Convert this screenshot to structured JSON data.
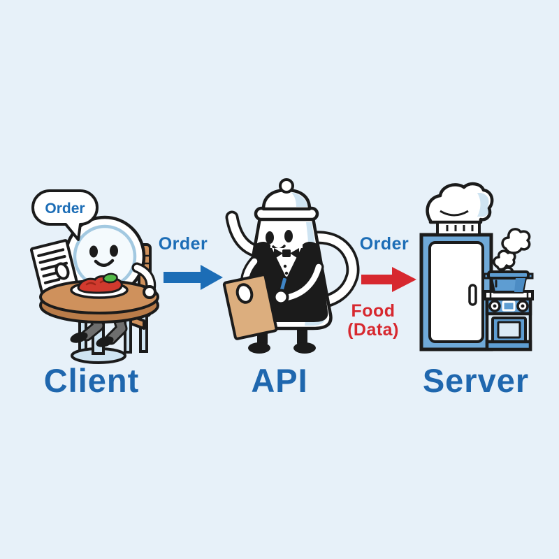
{
  "scene": {
    "description": "Client API Server restaurant analogy illustration"
  },
  "client": {
    "label": "Client",
    "speech_bubble": "Order"
  },
  "api": {
    "label": "API"
  },
  "server": {
    "label": "Server"
  },
  "flow": {
    "request_client_to_api": "Order",
    "request_api_to_server": "Order",
    "response_line1": "Food",
    "response_line2": "(Data)"
  },
  "colors": {
    "background": "#e7f1f9",
    "ink": "#1b1b1b",
    "primary_blue": "#1c6db6",
    "label_blue": "#1f67ae",
    "accent_red": "#d7282f",
    "light_blue": "#cfe4f2",
    "pale_blue": "#dcebf6",
    "mid_blue": "#5e9dd2",
    "fridge_blue": "#6fa9d8",
    "table_brown": "#cf915c",
    "table_brown_dark": "#ba7c49",
    "clipboard_tan": "#dcae7e",
    "food_red": "#d13a2e",
    "food_red_dark": "#9e2619",
    "garnish_green": "#53b948",
    "pants_gray": "#6e6e6e",
    "pen_blue": "#3f85c6",
    "white": "#ffffff"
  }
}
